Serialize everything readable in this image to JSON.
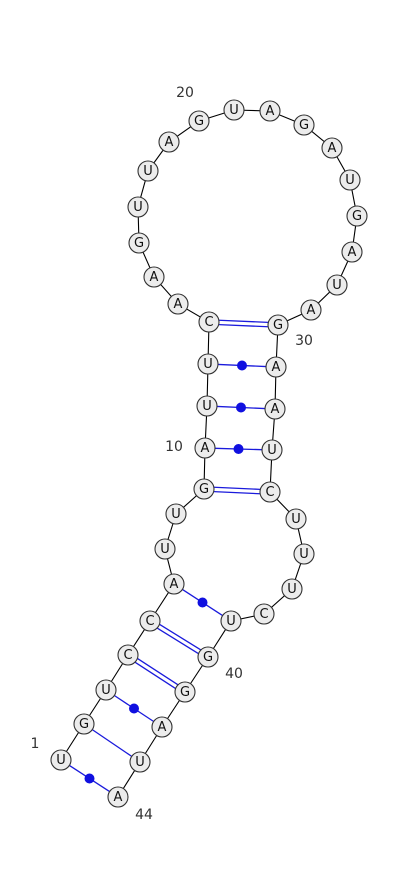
{
  "structure": {
    "sequence": [
      "U",
      "G",
      "U",
      "C",
      "C",
      "A",
      "U",
      "U",
      "G",
      "A",
      "U",
      "U",
      "C",
      "A",
      "A",
      "G",
      "U",
      "U",
      "A",
      "G",
      "U",
      "A",
      "G",
      "A",
      "U",
      "G",
      "A",
      "U",
      "A",
      "G",
      "A",
      "A",
      "U",
      "C",
      "U",
      "U",
      "U",
      "C",
      "U",
      "G",
      "G",
      "A",
      "U",
      "A"
    ],
    "pairs": [
      {
        "i": 1,
        "j": 44,
        "type": "wobble"
      },
      {
        "i": 2,
        "j": 43,
        "type": "line"
      },
      {
        "i": 3,
        "j": 42,
        "type": "wobble"
      },
      {
        "i": 4,
        "j": 41,
        "type": "double"
      },
      {
        "i": 5,
        "j": 40,
        "type": "double"
      },
      {
        "i": 6,
        "j": 39,
        "type": "wobble"
      },
      {
        "i": 9,
        "j": 34,
        "type": "double"
      },
      {
        "i": 10,
        "j": 33,
        "type": "wobble"
      },
      {
        "i": 11,
        "j": 32,
        "type": "wobble"
      },
      {
        "i": 12,
        "j": 31,
        "type": "wobble"
      },
      {
        "i": 13,
        "j": 30,
        "type": "double"
      }
    ],
    "number_labels": [
      {
        "index": 1,
        "text": "1"
      },
      {
        "index": 10,
        "text": "10"
      },
      {
        "index": 20,
        "text": "20"
      },
      {
        "index": 30,
        "text": "30"
      },
      {
        "index": 40,
        "text": "40"
      },
      {
        "index": 44,
        "text": "44"
      }
    ]
  }
}
